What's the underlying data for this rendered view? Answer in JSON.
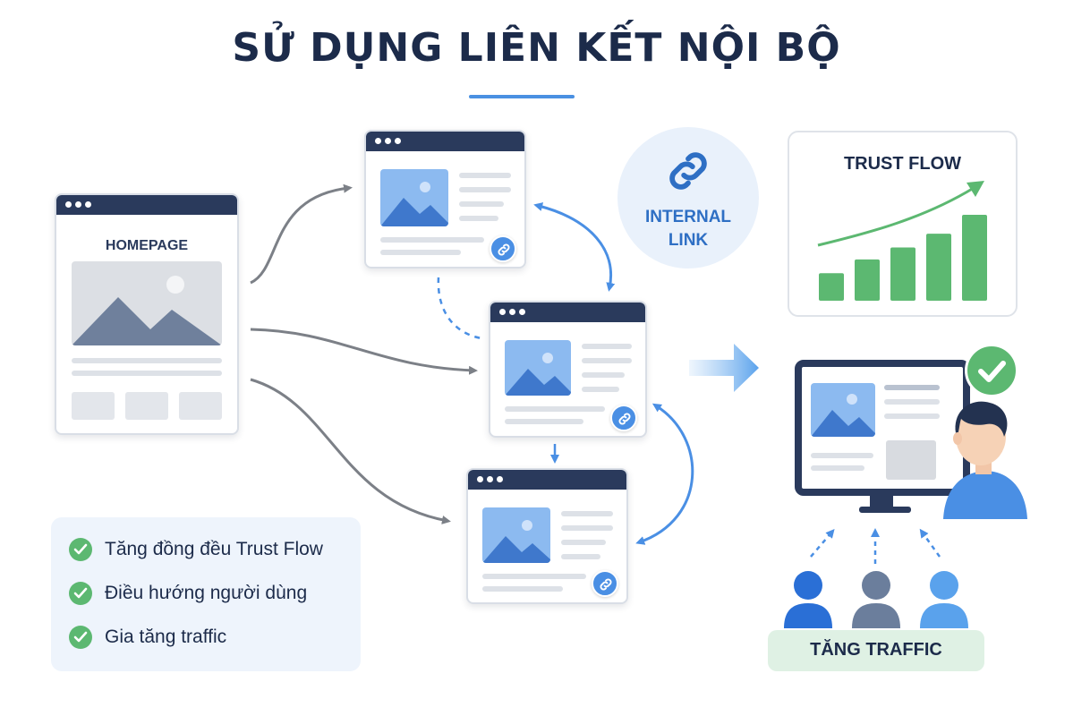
{
  "title": "SỬ DỤNG LIÊN KẾT NỘI BỘ",
  "homepage": {
    "label": "HOMEPAGE"
  },
  "internal_link": {
    "line1": "INTERNAL",
    "line2": "LINK"
  },
  "trust_flow": {
    "title": "TRUST FLOW",
    "bar_levels": [
      0.32,
      0.48,
      0.62,
      0.78,
      1.0
    ]
  },
  "checklist": [
    "Tăng đồng đều Trust Flow",
    "Điều hướng người dùng",
    "Gia tăng traffic"
  ],
  "traffic": {
    "label": "TĂNG TRAFFIC"
  },
  "colors": {
    "navy": "#2a3a5c",
    "blue": "#4a8fe4",
    "green": "#5cb871",
    "gray_arrow": "#7c8087",
    "light_blue_bg": "#eef4fc",
    "light_green_bg": "#dff1e4"
  }
}
